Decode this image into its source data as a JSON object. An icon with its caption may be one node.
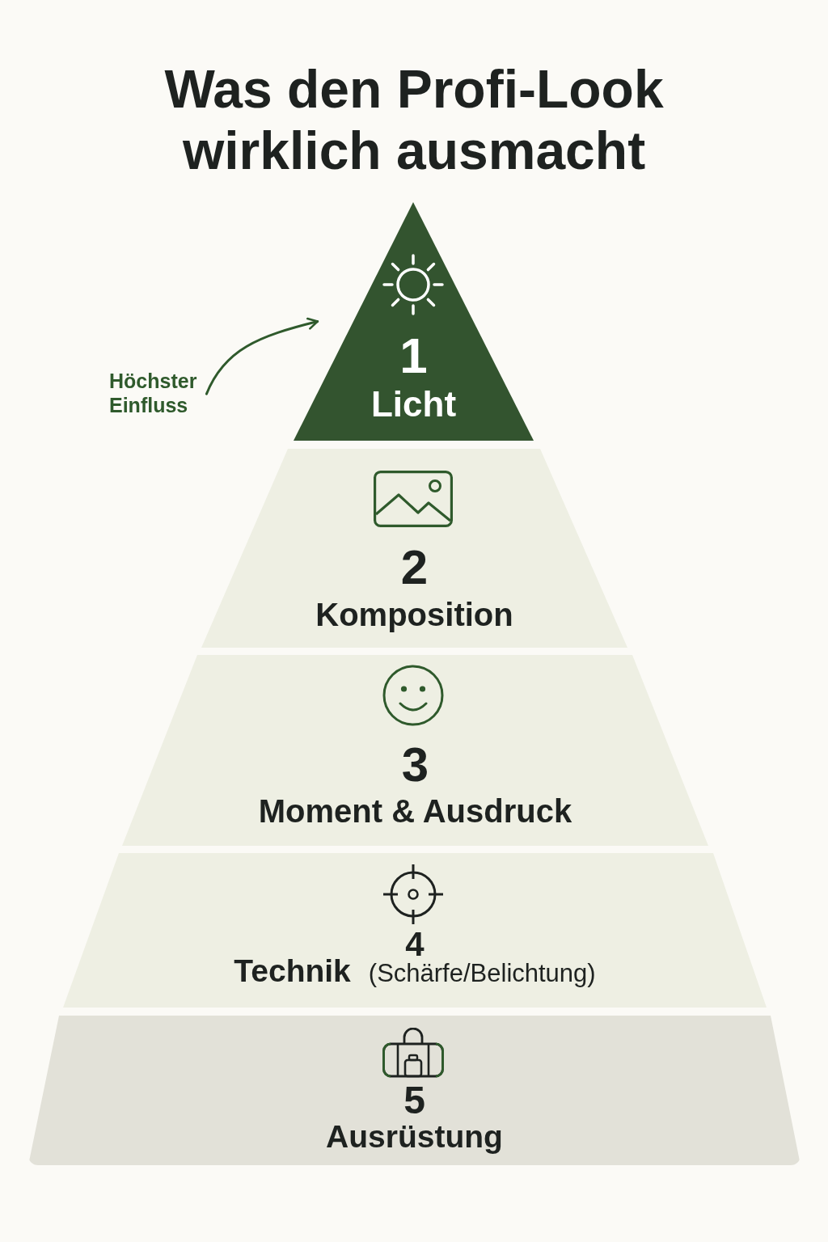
{
  "diagram": {
    "title": "Was den Profi-Look wirklich ausmacht",
    "nodes": [
      {
        "text": [
          "1",
          "Licht"
        ]
      },
      {
        "text": [
          "2",
          "Komposition"
        ]
      },
      {
        "text": [
          "3",
          "Moment & Ausdruck"
        ]
      },
      {
        "text": [
          "4",
          "Technik",
          "(Schärfe/Belichtung)"
        ]
      },
      {
        "text": [
          "5",
          "Ausrüstung"
        ]
      },
      {
        "text": [
          "Höchster Einfluss"
        ]
      }
    ],
    "edges": [
      {
        "from": 5,
        "to": 0,
        "arrow": "to"
      }
    ]
  }
}
